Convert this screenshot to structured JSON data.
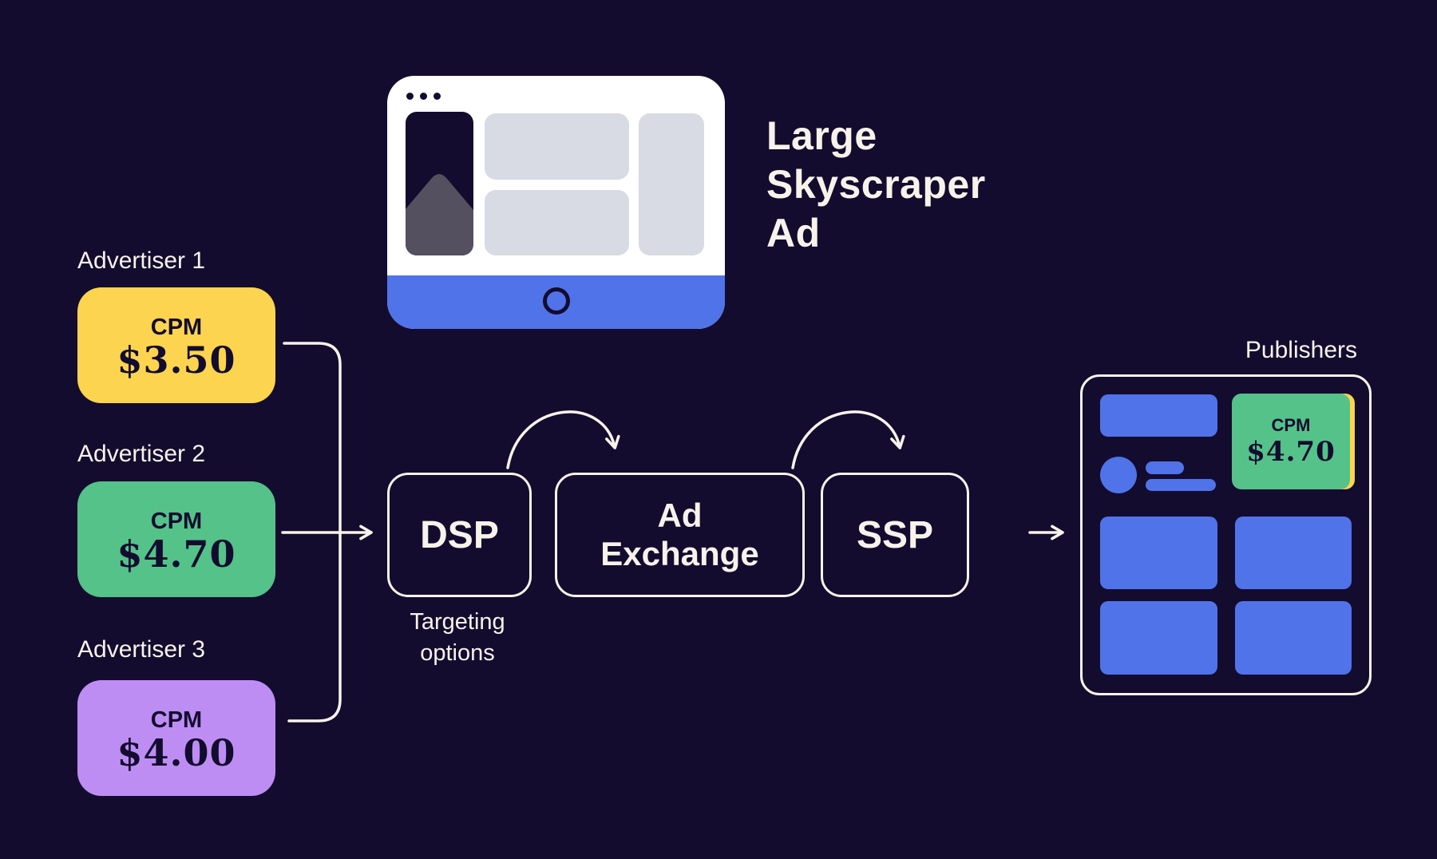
{
  "illustration": {
    "title_lines": [
      "Large",
      "Skyscraper",
      "Ad"
    ],
    "dots_count": 3
  },
  "advertisers": [
    {
      "label": "Advertiser 1",
      "cpm_label": "CPM",
      "price": "$3.50",
      "color": "#FCD44F"
    },
    {
      "label": "Advertiser 2",
      "cpm_label": "CPM",
      "price": "$4.70",
      "color": "#54C289"
    },
    {
      "label": "Advertiser 3",
      "cpm_label": "CPM",
      "price": "$4.00",
      "color": "#BE8DF4"
    }
  ],
  "pipeline": {
    "dsp_label": "DSP",
    "dsp_caption_lines": [
      "Targeting",
      "options"
    ],
    "ad_exchange_lines": [
      "Ad",
      "Exchange"
    ],
    "ssp_label": "SSP"
  },
  "publishers": {
    "label": "Publishers",
    "winning_bid": {
      "cpm_label": "CPM",
      "price": "$4.70",
      "color": "#54C289",
      "accent_color": "#FCD44F"
    }
  },
  "colors": {
    "background": "#130C2F",
    "off_white": "#F7F3EA",
    "browser_white": "#FFFFFF",
    "blue": "#5173E9",
    "light_gray": "#D8DAE4",
    "mountain_gray": "#54505F",
    "yellow": "#FCD44F",
    "green": "#54C289",
    "purple": "#BE8DF4",
    "dark_text": "#130C2F"
  }
}
